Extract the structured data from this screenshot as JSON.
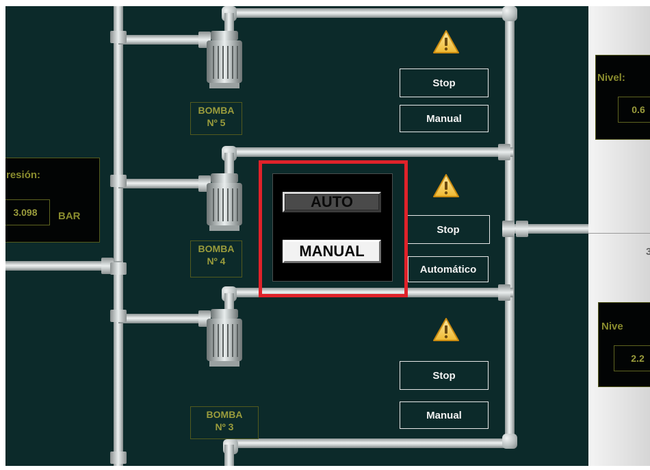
{
  "pumps": [
    {
      "id": "p5",
      "label_line1": "BOMBA",
      "label_line2": "Nº 5",
      "stop_label": "Stop",
      "mode_label": "Manual"
    },
    {
      "id": "p4",
      "label_line1": "BOMBA",
      "label_line2": "Nº 4",
      "stop_label": "Stop",
      "mode_label": "Automático"
    },
    {
      "id": "p3",
      "label_line1": "BOMBA",
      "label_line2": "Nº 3",
      "stop_label": "Stop",
      "mode_label": "Manual"
    }
  ],
  "pressure": {
    "title": "resión:",
    "value": "3.098",
    "unit": "BAR"
  },
  "levels": [
    {
      "title": "Nivel:",
      "value": "0.6"
    },
    {
      "title": "Nive",
      "value": "2.2"
    }
  ],
  "right_marker": "3",
  "mode_popup": {
    "auto_label": "AUTO",
    "manual_label": "MANUAL"
  },
  "colors": {
    "background": "#0c2a2a",
    "label_text": "#9a9c3c",
    "highlight_frame": "#e0222a",
    "warning_fill": "#f3c344"
  },
  "icons": [
    "warning-icon",
    "motor-pump-icon"
  ]
}
